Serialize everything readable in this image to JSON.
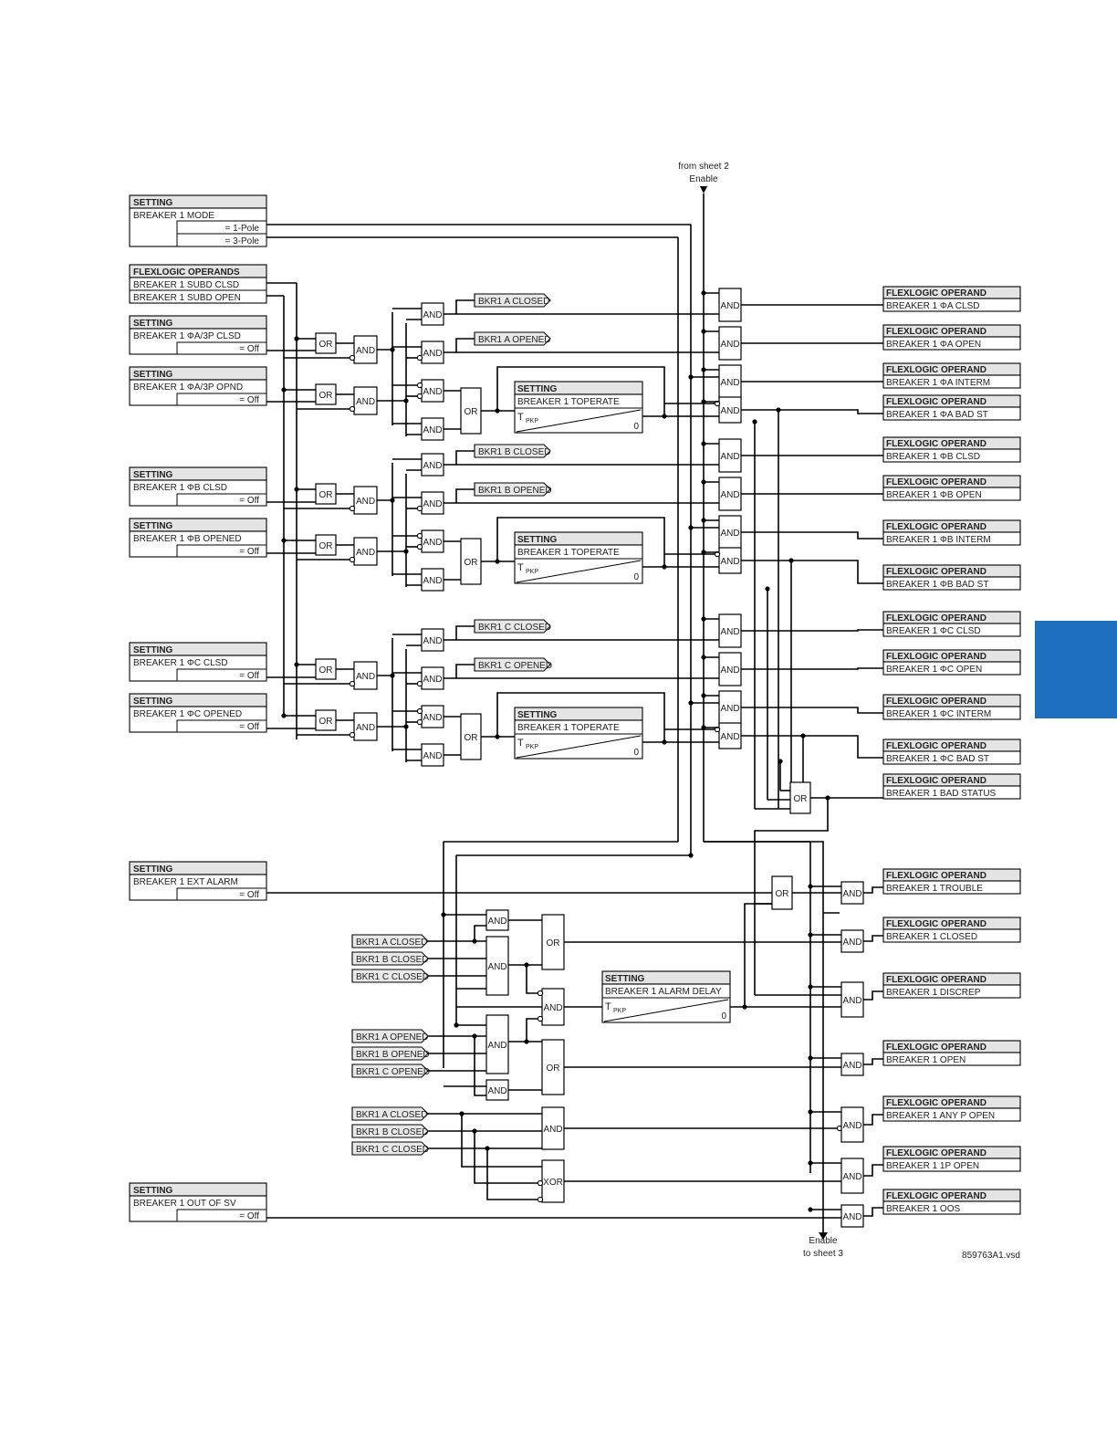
{
  "header": {
    "from_sheet_line1": "from sheet 2",
    "from_sheet_line2": "Enable"
  },
  "footer": {
    "to_sheet_line1": "Enable",
    "to_sheet_line2": "to sheet 3",
    "drawing_id": "859763A1.vsd"
  },
  "accent_color": "#1f6fbf",
  "setting_header": "SETTING",
  "operands_header": "FLEXLOGIC OPERANDS",
  "operand_header": "FLEXLOGIC OPERAND",
  "mode_setting": {
    "name": "BREAKER 1 MODE",
    "value1": "= 1-Pole",
    "value2": "= 3-Pole"
  },
  "operands_in": {
    "line1": "BREAKER 1 SUBD CLSD",
    "line2": "BREAKER 1 SUBD OPEN"
  },
  "phase_settings": [
    {
      "name": "BREAKER 1 ΦA/3P CLSD",
      "value": "= Off"
    },
    {
      "name": "BREAKER 1 ΦA/3P OPND",
      "value": "= Off"
    },
    {
      "name": "BREAKER 1 ΦB CLSD",
      "value": "= Off"
    },
    {
      "name": "BREAKER 1 ΦB OPENED",
      "value": "= Off"
    },
    {
      "name": "BREAKER 1 ΦC CLSD",
      "value": "= Off"
    },
    {
      "name": "BREAKER 1 ΦC OPENED",
      "value": "= Off"
    }
  ],
  "ext_alarm": {
    "name": "BREAKER 1 EXT ALARM",
    "value": "= Off"
  },
  "out_of_sv": {
    "name": "BREAKER 1 OUT OF SV",
    "value": "= Off"
  },
  "toperate": {
    "name": "BREAKER 1 TOPERATE",
    "t_label": "T",
    "t_sub": "PKP",
    "zero": "0"
  },
  "alarm_delay": {
    "name": "BREAKER 1 ALARM DELAY",
    "t_label": "T",
    "t_sub": "PKP",
    "zero": "0"
  },
  "gate_labels": {
    "and": "AND",
    "or": "OR",
    "xor": "XOR"
  },
  "phase_tags": [
    {
      "closed": "BKR1 A CLOSED",
      "opened": "BKR1 A OPENED"
    },
    {
      "closed": "BKR1 B CLOSED",
      "opened": "BKR1 B OPENED"
    },
    {
      "closed": "BKR1 C CLOSED",
      "opened": "BKR1 C OPENED"
    }
  ],
  "lower_tags": {
    "a_closed": "BKR1 A CLOSED",
    "b_closed": "BKR1 B CLOSED",
    "c_closed": "BKR1 C CLOSED",
    "a_opened": "BKR1 A OPENED",
    "b_opened": "BKR1 B OPENED",
    "c_opened": "BKR1 C OPENED"
  },
  "outputs": [
    "BREAKER 1 ΦA CLSD",
    "BREAKER 1 ΦA OPEN",
    "BREAKER 1 ΦA INTERM",
    "BREAKER 1 ΦA BAD ST",
    "BREAKER 1 ΦB CLSD",
    "BREAKER 1 ΦB OPEN",
    "BREAKER 1 ΦB INTERM",
    "BREAKER 1 ΦB BAD ST",
    "BREAKER 1 ΦC CLSD",
    "BREAKER 1 ΦC OPEN",
    "BREAKER 1 ΦC INTERM",
    "BREAKER 1 ΦC BAD ST",
    "BREAKER 1 BAD STATUS",
    "BREAKER 1 TROUBLE",
    "BREAKER 1 CLOSED",
    "BREAKER 1 DISCREP",
    "BREAKER 1 OPEN",
    "BREAKER 1 ANY P OPEN",
    "BREAKER 1 1P OPEN",
    "BREAKER 1 OOS"
  ]
}
